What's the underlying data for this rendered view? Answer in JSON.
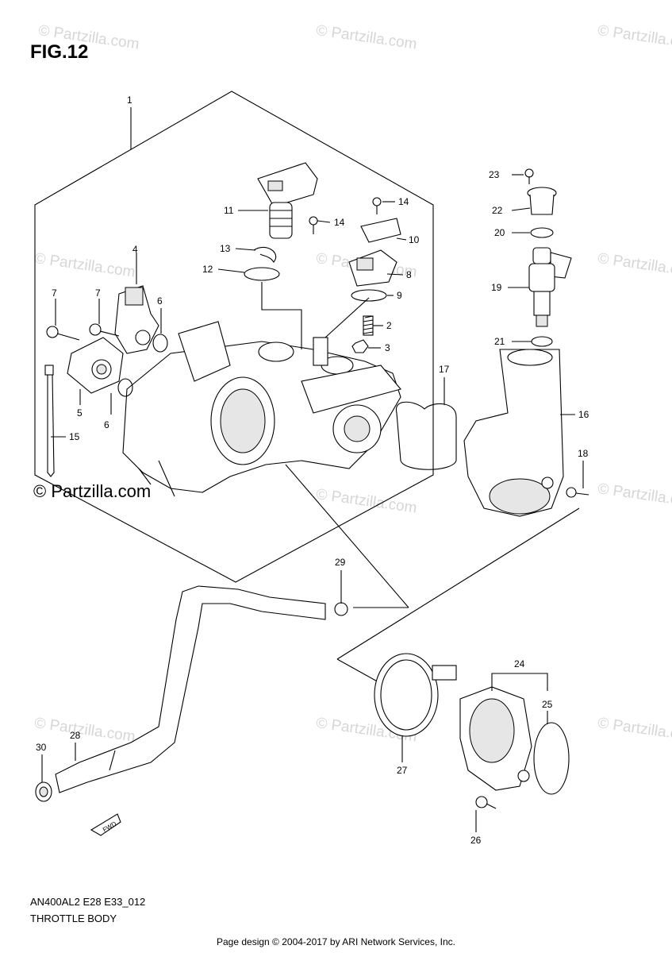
{
  "figure": {
    "label": "FIG.12",
    "model_code": "AN400AL2 E28 E33_012",
    "part_name": "THROTTLE BODY",
    "footer": "Page design © 2004-2017 by ARI Network Services, Inc.",
    "brand_mark": "© Partzilla.com",
    "watermark_text": "© Partzilla.com",
    "fwd_label": "FWD"
  },
  "callouts": [
    "1",
    "2",
    "3",
    "4",
    "5",
    "6",
    "6",
    "7",
    "7",
    "8",
    "9",
    "10",
    "11",
    "12",
    "13",
    "14",
    "14",
    "15",
    "16",
    "17",
    "18",
    "19",
    "20",
    "21",
    "22",
    "23",
    "24",
    "25",
    "26",
    "27",
    "28",
    "29",
    "30"
  ]
}
